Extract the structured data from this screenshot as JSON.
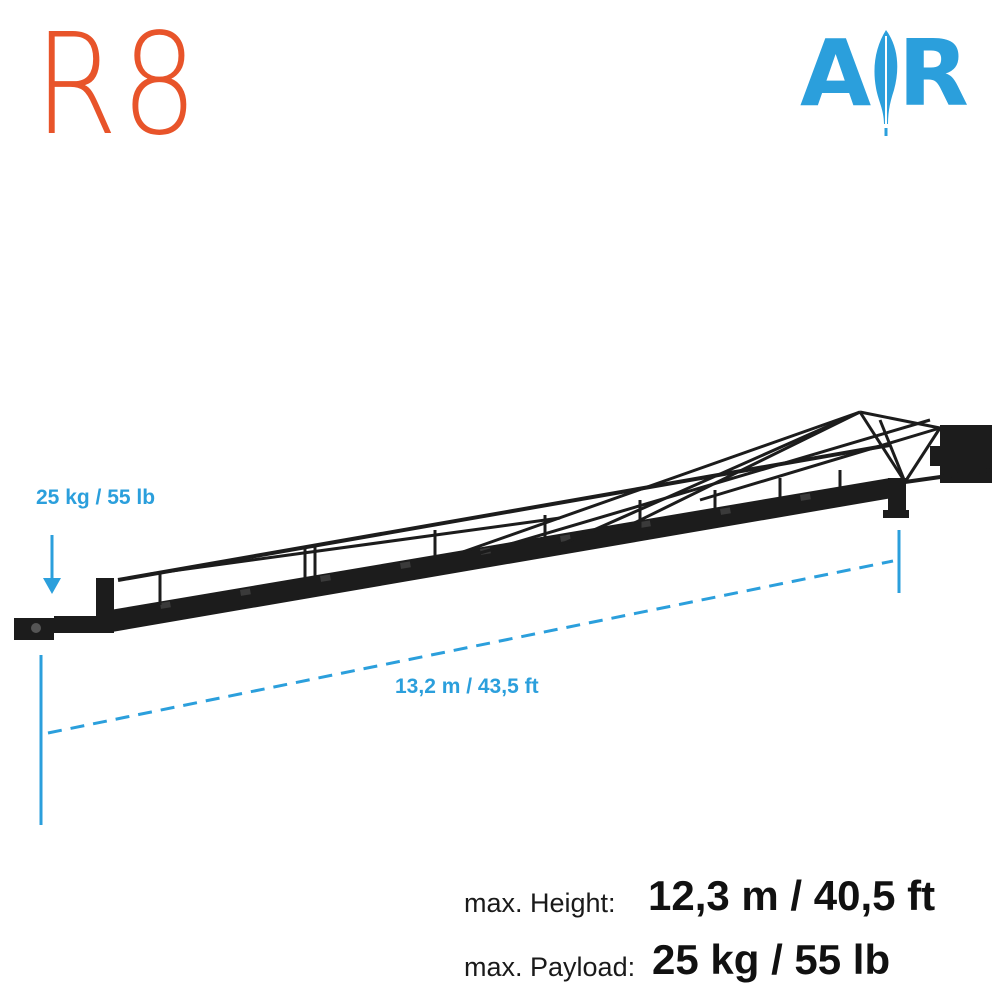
{
  "header": {
    "model": "R8",
    "brand_logo_text_left": "A",
    "brand_logo_text_right": "R",
    "brand_icon": "feather-icon"
  },
  "dimensions": {
    "payload_label": "25 kg / 55 lb",
    "reach_label": "13,2 m / 43,5 ft"
  },
  "specs": {
    "height_key": "max. Height:",
    "height_value": "12,3 m / 40,5 ft",
    "payload_key": "max. Payload:",
    "payload_value": "25 kg / 55 lb"
  },
  "colors": {
    "model_title": "#e8542a",
    "accent_blue": "#2b9fdc",
    "crane_body": "#1c1c1c"
  }
}
